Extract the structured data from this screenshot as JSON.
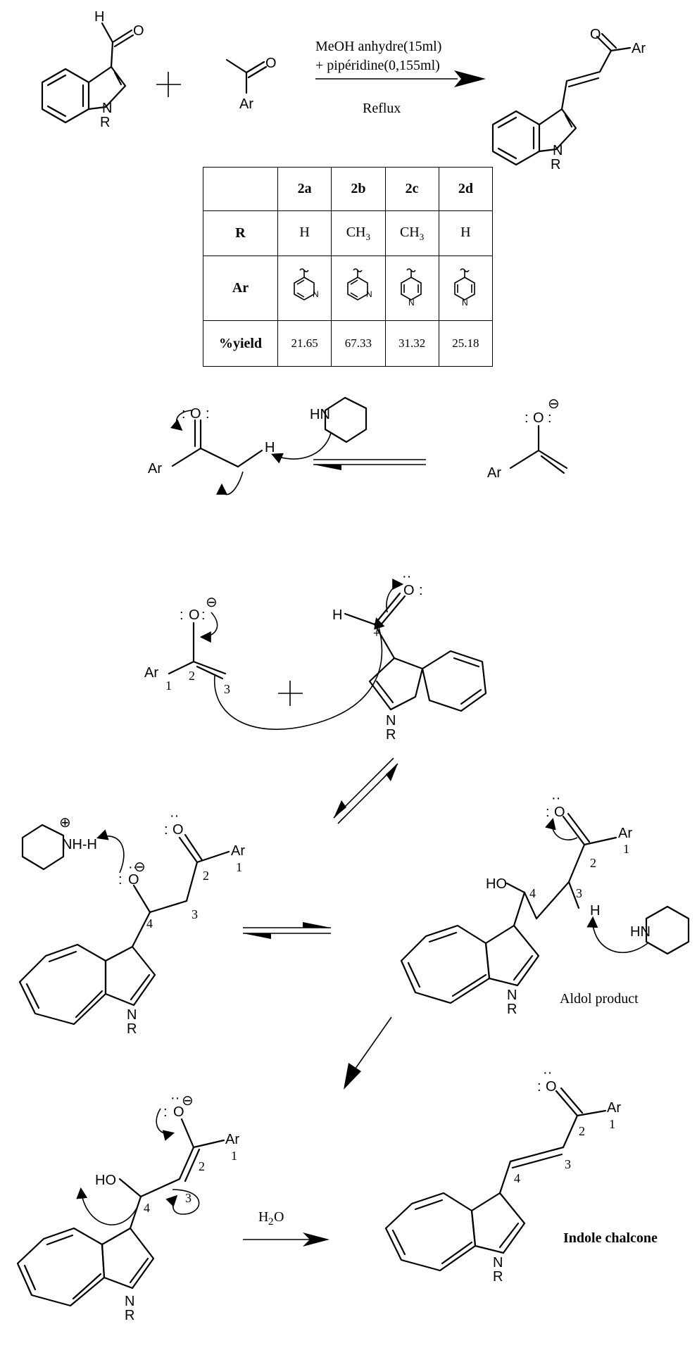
{
  "reaction": {
    "conditions_line1": "MeOH anhydre(15ml)",
    "conditions_line2": "+ pipéridine(0,155ml)",
    "conditions_line3": "Reflux"
  },
  "table": {
    "headers": [
      "",
      "2a",
      "2b",
      "2c",
      "2d"
    ],
    "row_r_label": "R",
    "row_r_values": [
      "H",
      "CH",
      "CH",
      "H"
    ],
    "row_r_subscripts": [
      "",
      "3",
      "3",
      ""
    ],
    "row_ar_label": "Ar",
    "row_yield_label": "%yield",
    "row_yield_values": [
      "21.65",
      "67.33",
      "31.32",
      "25.18"
    ]
  },
  "labels": {
    "ar": "Ar",
    "r": "R",
    "n": "N",
    "nh": "N",
    "h": "H",
    "o": "O",
    "ho": "HO",
    "hn": "HN",
    "nh_h": "NH-H",
    "minus": "⊖",
    "plus": "⊕",
    "plus_sign": "+",
    "pos1": "1",
    "pos2": "2",
    "pos3": "3",
    "pos4": "4",
    "h2o_h": "H",
    "h2o_2": "2",
    "h2o_o": "O",
    "aldol": "Aldol product",
    "chalcone": "Indole chalcone",
    "lone_pair": ":",
    "dots": "··"
  }
}
